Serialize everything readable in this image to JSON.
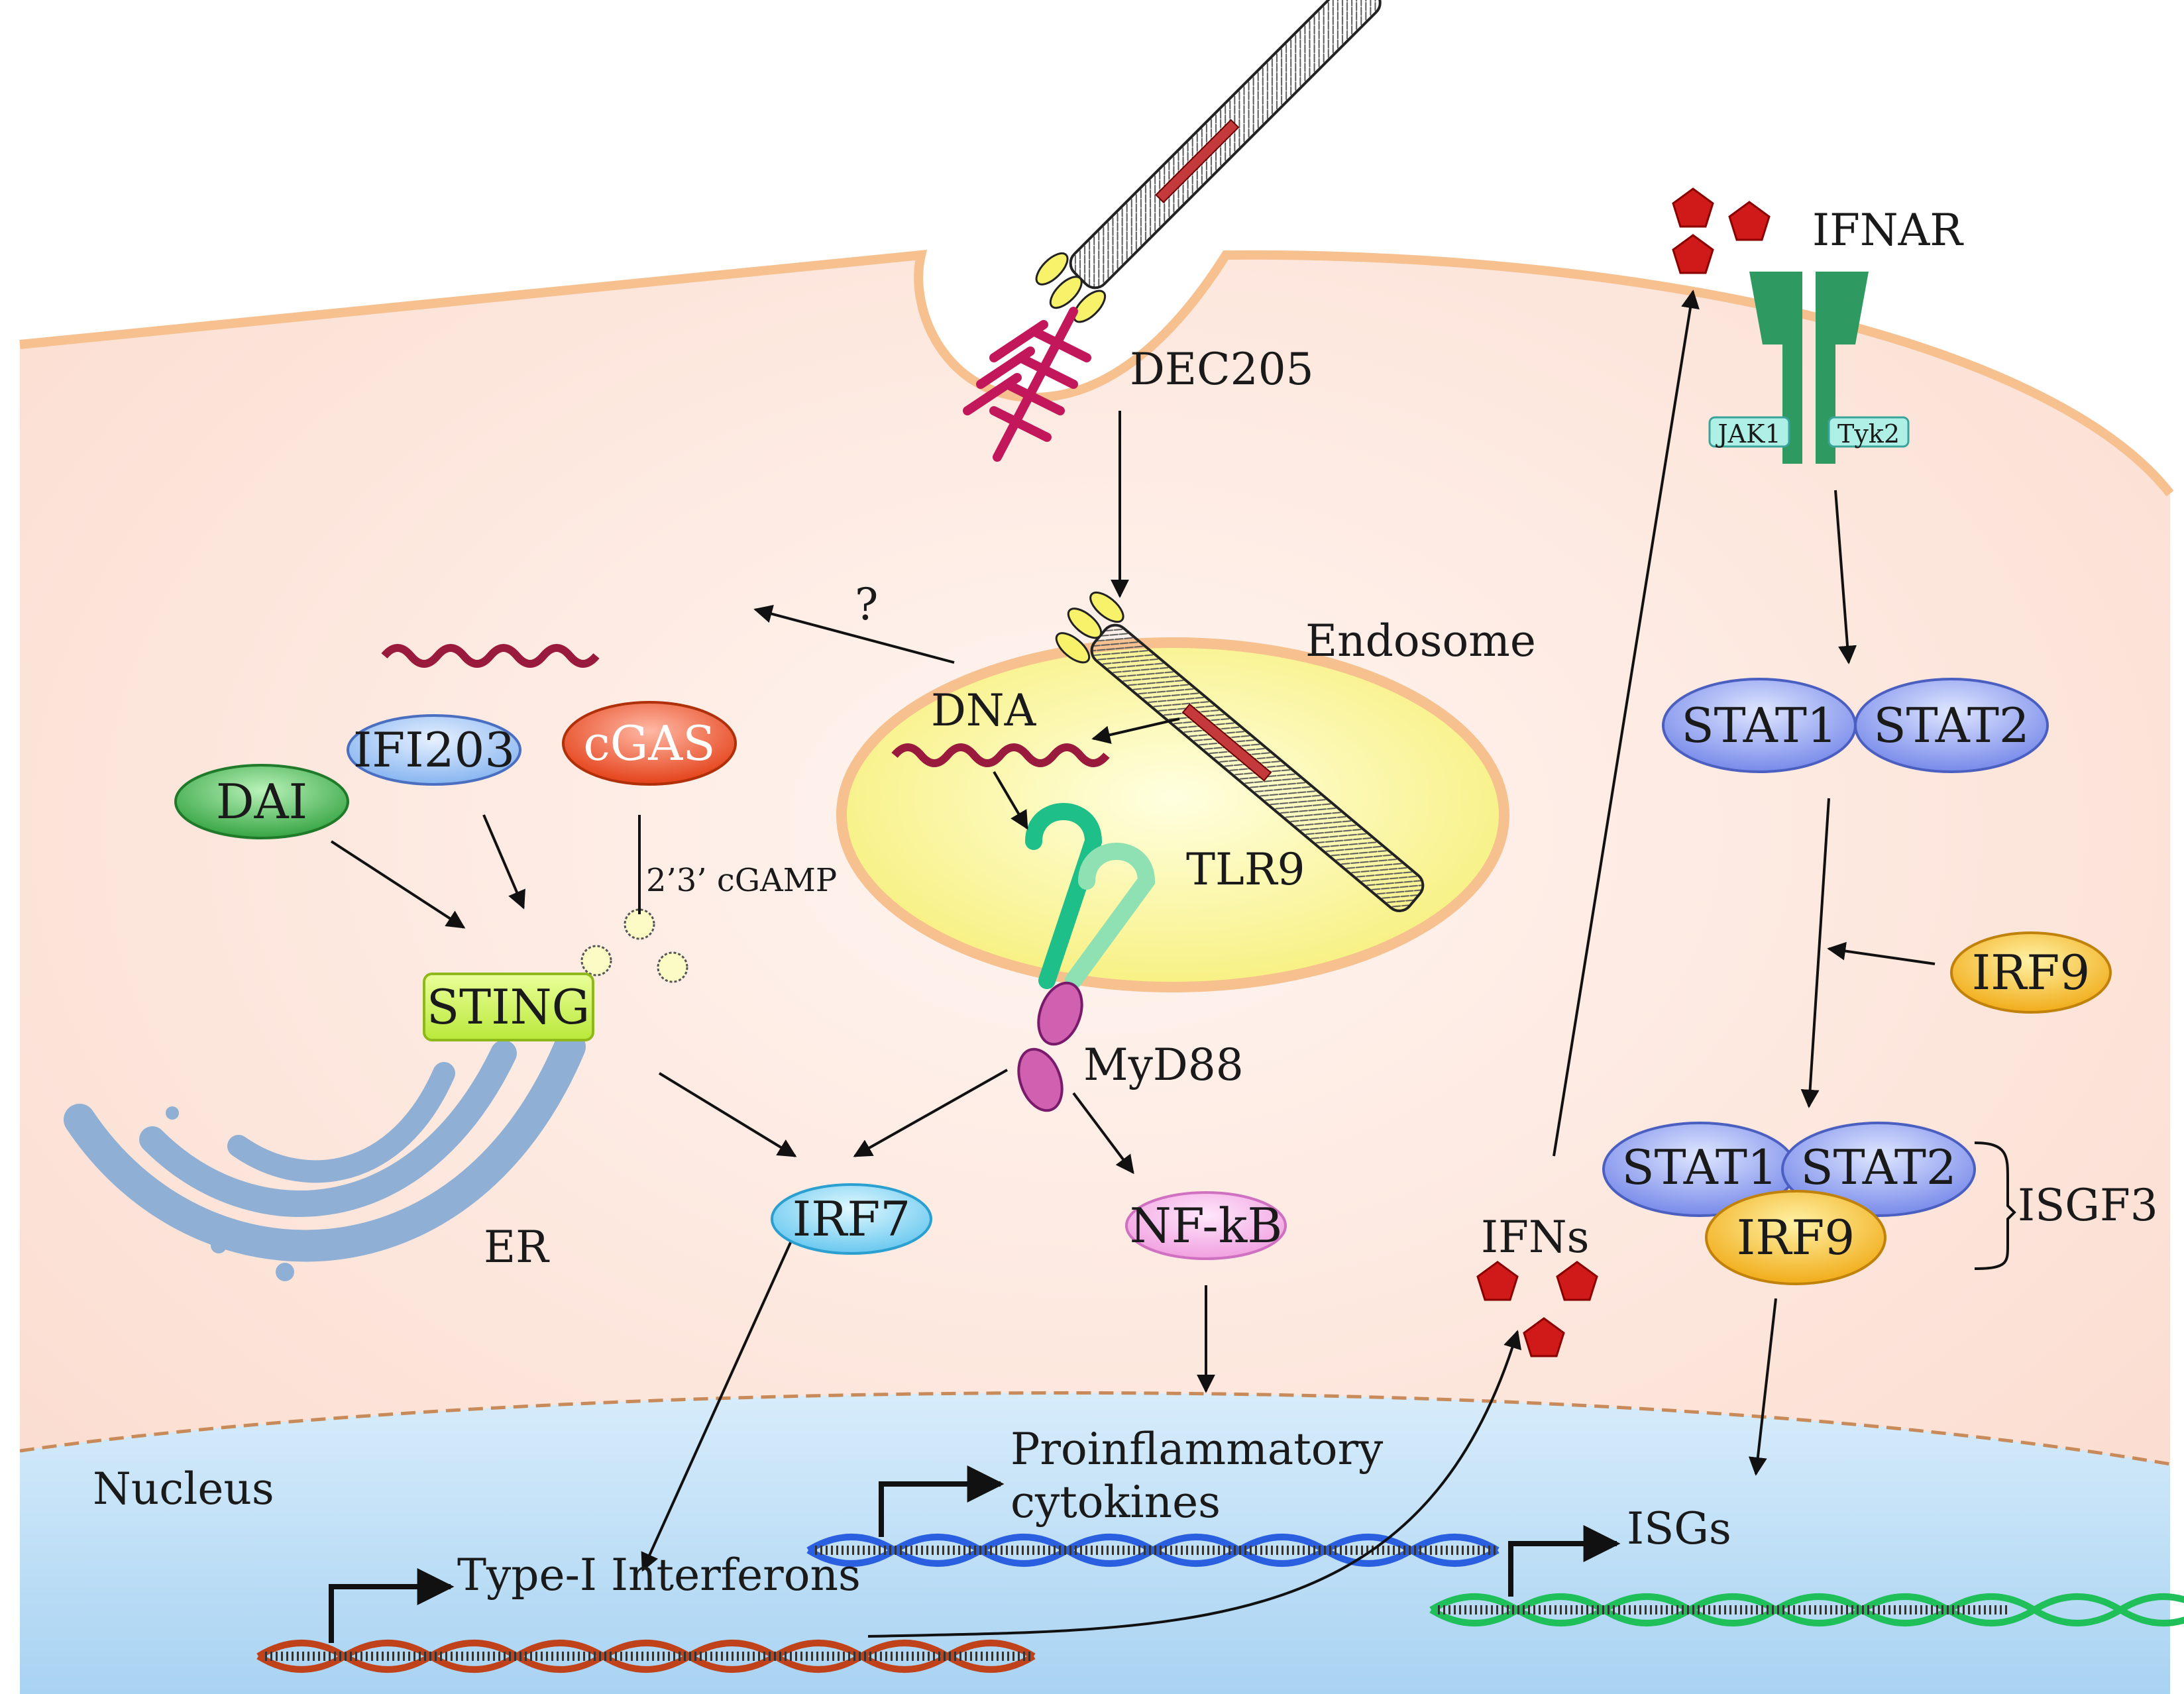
{
  "labels": {
    "dec205": "DEC205",
    "question": "?",
    "endosome": "Endosome",
    "dna": "DNA",
    "tlr9": "TLR9",
    "myd88": "MyD88",
    "cgamp": "2’3’ cGAMP",
    "er": "ER",
    "nucleus": "Nucleus",
    "type1_ifn": "Type-I Interferons",
    "proinflam_1": "Proinflammatory",
    "proinflam_2": "cytokines",
    "ifns": "IFNs",
    "isgs": "ISGs",
    "ifnar": "IFNAR",
    "jak1": "JAK1",
    "tyk2": "Tyk2",
    "isgf3": "ISGF3"
  },
  "pills": {
    "ifi203": "IFI203",
    "cgas": "cGAS",
    "dai": "DAI",
    "sting": "STING",
    "irf7": "IRF7",
    "nfkb": "NF-kB",
    "stat1": "STAT1",
    "stat2": "STAT2",
    "irf9": "IRF9",
    "stat1_b": "STAT1",
    "stat2_b": "STAT2",
    "irf9_b": "IRF9"
  },
  "colors": {
    "cytoplasm": "#fde6dc",
    "membrane": "#f6c08f",
    "nucleus": "#bfe0f7",
    "endosome": "#fbf6a8",
    "endosome_rim": "#f6c08f",
    "dna_red": "#9a1a3e",
    "er": "#8fb0d4",
    "receptor_green": "#2e9a62",
    "ifn_red": "#d01a1a"
  }
}
